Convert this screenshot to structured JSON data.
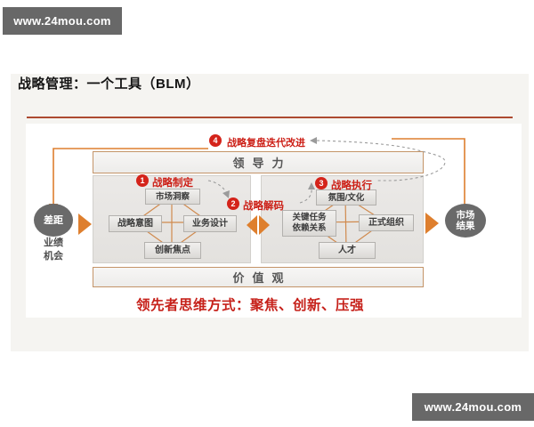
{
  "watermark": {
    "top": "www.24mou.com",
    "bottom": "www.24mou.com"
  },
  "title": "战略管理：一个工具（BLM）",
  "slogan": "领先者思维方式：聚焦、创新、压强",
  "diagram": {
    "leadership_bar": "领导力",
    "values_bar": "价值观",
    "gap": {
      "circle": "差距",
      "below_line1": "业绩",
      "below_line2": "机会"
    },
    "result": {
      "line1": "市场",
      "line2": "结果"
    },
    "steps": {
      "s1": {
        "num": "1",
        "label": "战略制定"
      },
      "s2": {
        "num": "2",
        "label": "战略解码"
      },
      "s3": {
        "num": "3",
        "label": "战略执行"
      },
      "s4": {
        "num": "4",
        "label": "战略复盘迭代改进"
      }
    },
    "left_boxes": {
      "top": "市场洞察",
      "left": "战略意图",
      "right": "业务设计",
      "bottom": "创新焦点"
    },
    "right_boxes": {
      "top": "氛围/文化",
      "left_line1": "关键任务",
      "left_line2": "依赖关系",
      "right": "正式组织",
      "bottom": "人才"
    }
  },
  "colors": {
    "accent_orange": "#de7f2e",
    "badge_red": "#d4231a",
    "red_text": "#cc1f16",
    "rule_red": "#ac4a30",
    "watermark_bg": "#686868",
    "circle_gray": "#6a6a6a",
    "dashed_gray": "#9b9b9b"
  }
}
